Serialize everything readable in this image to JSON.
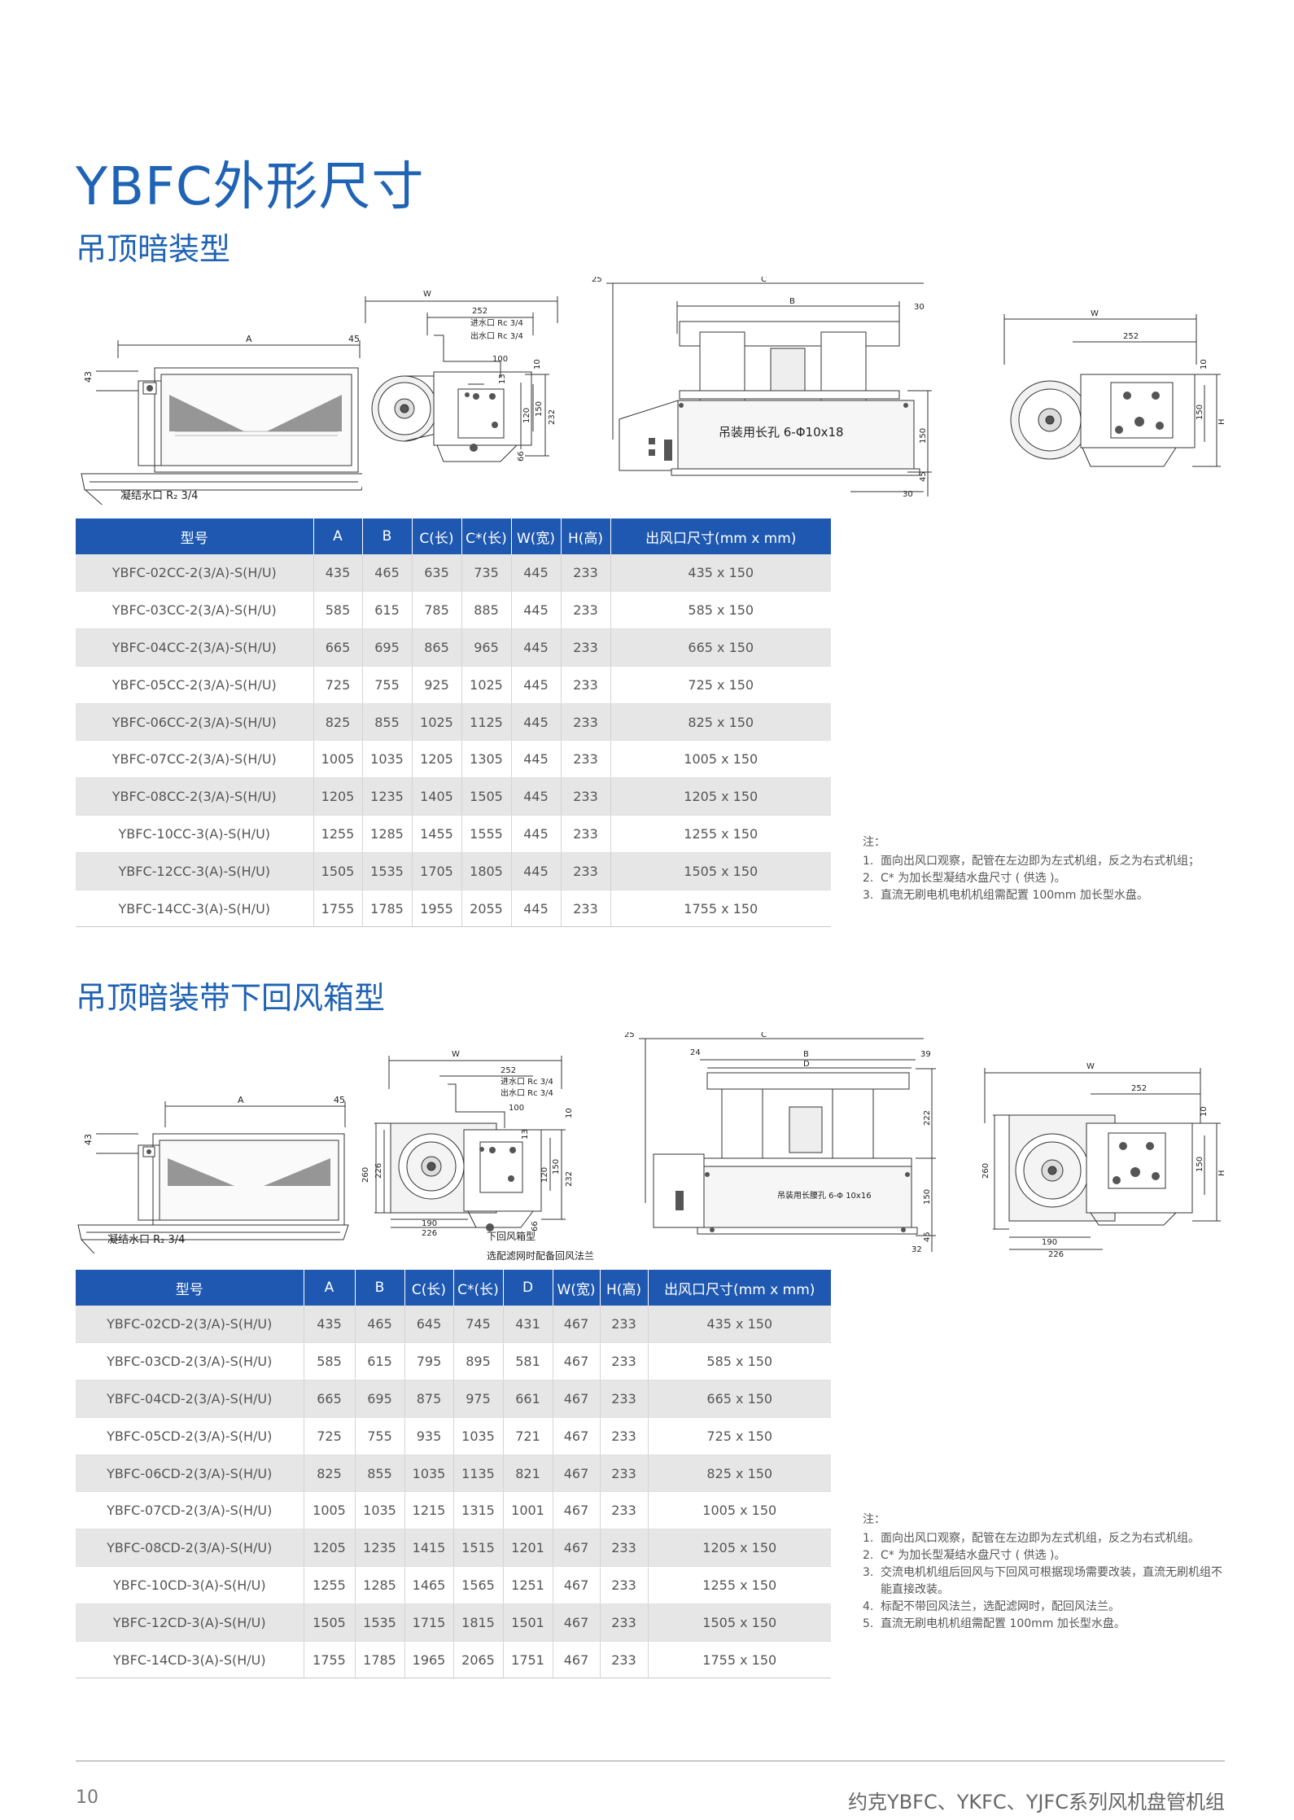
{
  "page_title": "YBFC外形尺寸",
  "section1": {
    "title": "吊顶暗装型",
    "labels": {
      "a": "A",
      "dim45": "45",
      "dim43": "43",
      "condensate": "凝结水口 R₂ 3/4",
      "w": "W",
      "d252": "252",
      "water_in": "进水口 Rc 3/4",
      "water_out": "出水口 Rc 3/4",
      "d100": "100",
      "d10": "10",
      "d13": "13",
      "d120": "120",
      "d150": "150",
      "d232": "232",
      "d66": "66",
      "d25": "25",
      "c": "C",
      "b": "B",
      "d30": "30",
      "hang_hole": "吊装用长孔 6-Φ10x18",
      "d45": "45",
      "h": "H"
    },
    "table": {
      "headers": [
        "型号",
        "A",
        "B",
        "C(长)",
        "C*(长)",
        "W(宽)",
        "H(高)",
        "出风口尺寸(mm x mm)"
      ],
      "rows": [
        [
          "YBFC-02CC-2(3/A)-S(H/U)",
          "435",
          "465",
          "635",
          "735",
          "445",
          "233",
          "435 x 150"
        ],
        [
          "YBFC-03CC-2(3/A)-S(H/U)",
          "585",
          "615",
          "785",
          "885",
          "445",
          "233",
          "585 x 150"
        ],
        [
          "YBFC-04CC-2(3/A)-S(H/U)",
          "665",
          "695",
          "865",
          "965",
          "445",
          "233",
          "665 x 150"
        ],
        [
          "YBFC-05CC-2(3/A)-S(H/U)",
          "725",
          "755",
          "925",
          "1025",
          "445",
          "233",
          "725 x 150"
        ],
        [
          "YBFC-06CC-2(3/A)-S(H/U)",
          "825",
          "855",
          "1025",
          "1125",
          "445",
          "233",
          "825 x 150"
        ],
        [
          "YBFC-07CC-2(3/A)-S(H/U)",
          "1005",
          "1035",
          "1205",
          "1305",
          "445",
          "233",
          "1005 x 150"
        ],
        [
          "YBFC-08CC-2(3/A)-S(H/U)",
          "1205",
          "1235",
          "1405",
          "1505",
          "445",
          "233",
          "1205 x 150"
        ],
        [
          "YBFC-10CC-3(A)-S(H/U)",
          "1255",
          "1285",
          "1455",
          "1555",
          "445",
          "233",
          "1255 x 150"
        ],
        [
          "YBFC-12CC-3(A)-S(H/U)",
          "1505",
          "1535",
          "1705",
          "1805",
          "445",
          "233",
          "1505 x 150"
        ],
        [
          "YBFC-14CC-3(A)-S(H/U)",
          "1755",
          "1785",
          "1955",
          "2055",
          "445",
          "233",
          "1755 x 150"
        ]
      ]
    },
    "notes": {
      "title": "注：",
      "items": [
        {
          "n": "1.",
          "t": "面向出风口观察，配管在左边即为左式机组，反之为右式机组；"
        },
        {
          "n": "2.",
          "t": "C* 为加长型凝结水盘尺寸 ( 供选 )。"
        },
        {
          "n": "3.",
          "t": "直流无刷电机电机机组需配置 100mm 加长型水盘。"
        }
      ]
    }
  },
  "section2": {
    "title": "吊顶暗装带下回风箱型",
    "labels": {
      "a": "A",
      "dim45": "45",
      "dim43": "43",
      "condensate": "凝结水口 R₂ 3/4",
      "w": "W",
      "d252": "252",
      "water_in": "进水口 Rc 3/4",
      "water_out": "出水口 Rc 3/4",
      "d100": "100",
      "d10": "10",
      "d13": "13",
      "d120": "120",
      "d150": "150",
      "d232": "232",
      "d66": "66",
      "d260": "260",
      "d226": "226",
      "d190": "190",
      "return_box": "下回风箱型",
      "filter_note": "选配滤网时配备回风法兰",
      "d25": "25",
      "d24": "24",
      "c": "C",
      "b": "B",
      "d": "D",
      "d39": "39",
      "d222": "222",
      "hang_hole": "吊装用长腰孔 6-Φ 10x16",
      "d45": "45",
      "d32": "32",
      "h": "H"
    },
    "table": {
      "headers": [
        "型号",
        "A",
        "B",
        "C(长)",
        "C*(长)",
        "D",
        "W(宽)",
        "H(高)",
        "出风口尺寸(mm x mm)"
      ],
      "rows": [
        [
          "YBFC-02CD-2(3/A)-S(H/U)",
          "435",
          "465",
          "645",
          "745",
          "431",
          "467",
          "233",
          "435 x 150"
        ],
        [
          "YBFC-03CD-2(3/A)-S(H/U)",
          "585",
          "615",
          "795",
          "895",
          "581",
          "467",
          "233",
          "585 x 150"
        ],
        [
          "YBFC-04CD-2(3/A)-S(H/U)",
          "665",
          "695",
          "875",
          "975",
          "661",
          "467",
          "233",
          "665 x 150"
        ],
        [
          "YBFC-05CD-2(3/A)-S(H/U)",
          "725",
          "755",
          "935",
          "1035",
          "721",
          "467",
          "233",
          "725 x 150"
        ],
        [
          "YBFC-06CD-2(3/A)-S(H/U)",
          "825",
          "855",
          "1035",
          "1135",
          "821",
          "467",
          "233",
          "825 x 150"
        ],
        [
          "YBFC-07CD-2(3/A)-S(H/U)",
          "1005",
          "1035",
          "1215",
          "1315",
          "1001",
          "467",
          "233",
          "1005 x 150"
        ],
        [
          "YBFC-08CD-2(3/A)-S(H/U)",
          "1205",
          "1235",
          "1415",
          "1515",
          "1201",
          "467",
          "233",
          "1205 x 150"
        ],
        [
          "YBFC-10CD-3(A)-S(H/U)",
          "1255",
          "1285",
          "1465",
          "1565",
          "1251",
          "467",
          "233",
          "1255 x 150"
        ],
        [
          "YBFC-12CD-3(A)-S(H/U)",
          "1505",
          "1535",
          "1715",
          "1815",
          "1501",
          "467",
          "233",
          "1505 x 150"
        ],
        [
          "YBFC-14CD-3(A)-S(H/U)",
          "1755",
          "1785",
          "1965",
          "2065",
          "1751",
          "467",
          "233",
          "1755 x 150"
        ]
      ]
    },
    "notes": {
      "title": "注：",
      "items": [
        {
          "n": "1.",
          "t": "面向出风口观察，配管在左边即为左式机组，反之为右式机组。"
        },
        {
          "n": "2.",
          "t": "C* 为加长型凝结水盘尺寸 ( 供选 )。"
        },
        {
          "n": "3.",
          "t": "交流电机机组后回风与下回风可根据现场需要改装，直流无刷机组不能直接改装。"
        },
        {
          "n": "4.",
          "t": "标配不带回风法兰，选配滤网时，配回风法兰。"
        },
        {
          "n": "5.",
          "t": "直流无刷电机机组需配置 100mm 加长型水盘。"
        }
      ]
    }
  },
  "footer": {
    "page_number": "10",
    "text": "约克YBFC、YKFC、YJFC系列风机盘管机组"
  }
}
